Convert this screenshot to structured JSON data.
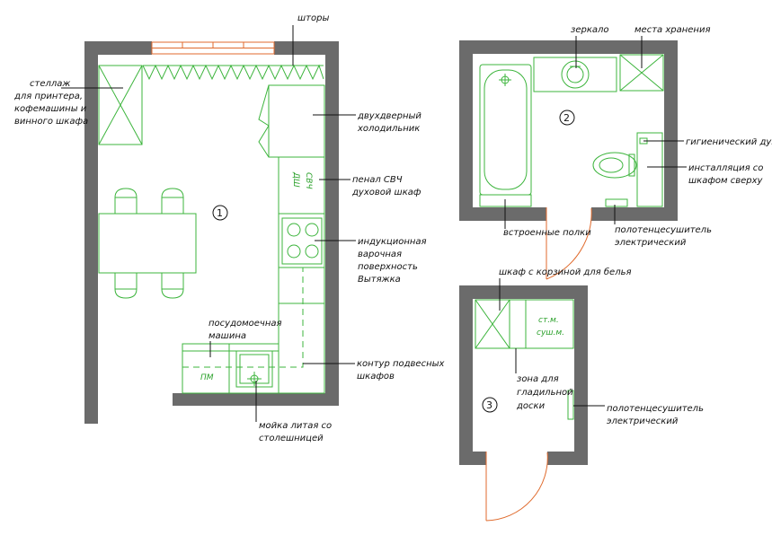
{
  "rooms": [
    {
      "number": "1"
    },
    {
      "number": "2"
    },
    {
      "number": "3"
    }
  ],
  "labels": {
    "curtains": "шторы",
    "shelf": [
      "стеллаж",
      "для принтера,",
      "кофемашины и",
      "винного шкафа"
    ],
    "fridge": [
      "двухдверный",
      "холодильник"
    ],
    "oven_column": [
      "пенал СВЧ",
      "духовой шкаф"
    ],
    "hob": [
      "индукционная",
      "варочная",
      "поверхность",
      "Вытяжка"
    ],
    "dishwasher": [
      "посудомоечная",
      "машина"
    ],
    "wall_cabinets": [
      "контур подвесных",
      "шкафов"
    ],
    "sink": [
      "мойка литая со",
      "столешницей"
    ],
    "mirror": "зеркало",
    "storage": "места хранения",
    "hygienic_shower": "гигиенический душ",
    "installation": [
      "инсталляция со",
      "шкафом сверху"
    ],
    "built_in_shelves": "встроенные полки",
    "towel_dryer_2": [
      "полотенцесушитель",
      "электрический"
    ],
    "laundry_cabinet": "шкаф с корзиной для белья",
    "ironing_zone": [
      "зона для",
      "гладильной",
      "доски"
    ],
    "towel_dryer_3": [
      "полотенцесушитель",
      "электрический"
    ]
  },
  "inline": {
    "svch": "СВЧ",
    "dsh": "ДШ",
    "pm": "ПМ",
    "stm": "ст.м.",
    "sushm": "суш.м."
  }
}
